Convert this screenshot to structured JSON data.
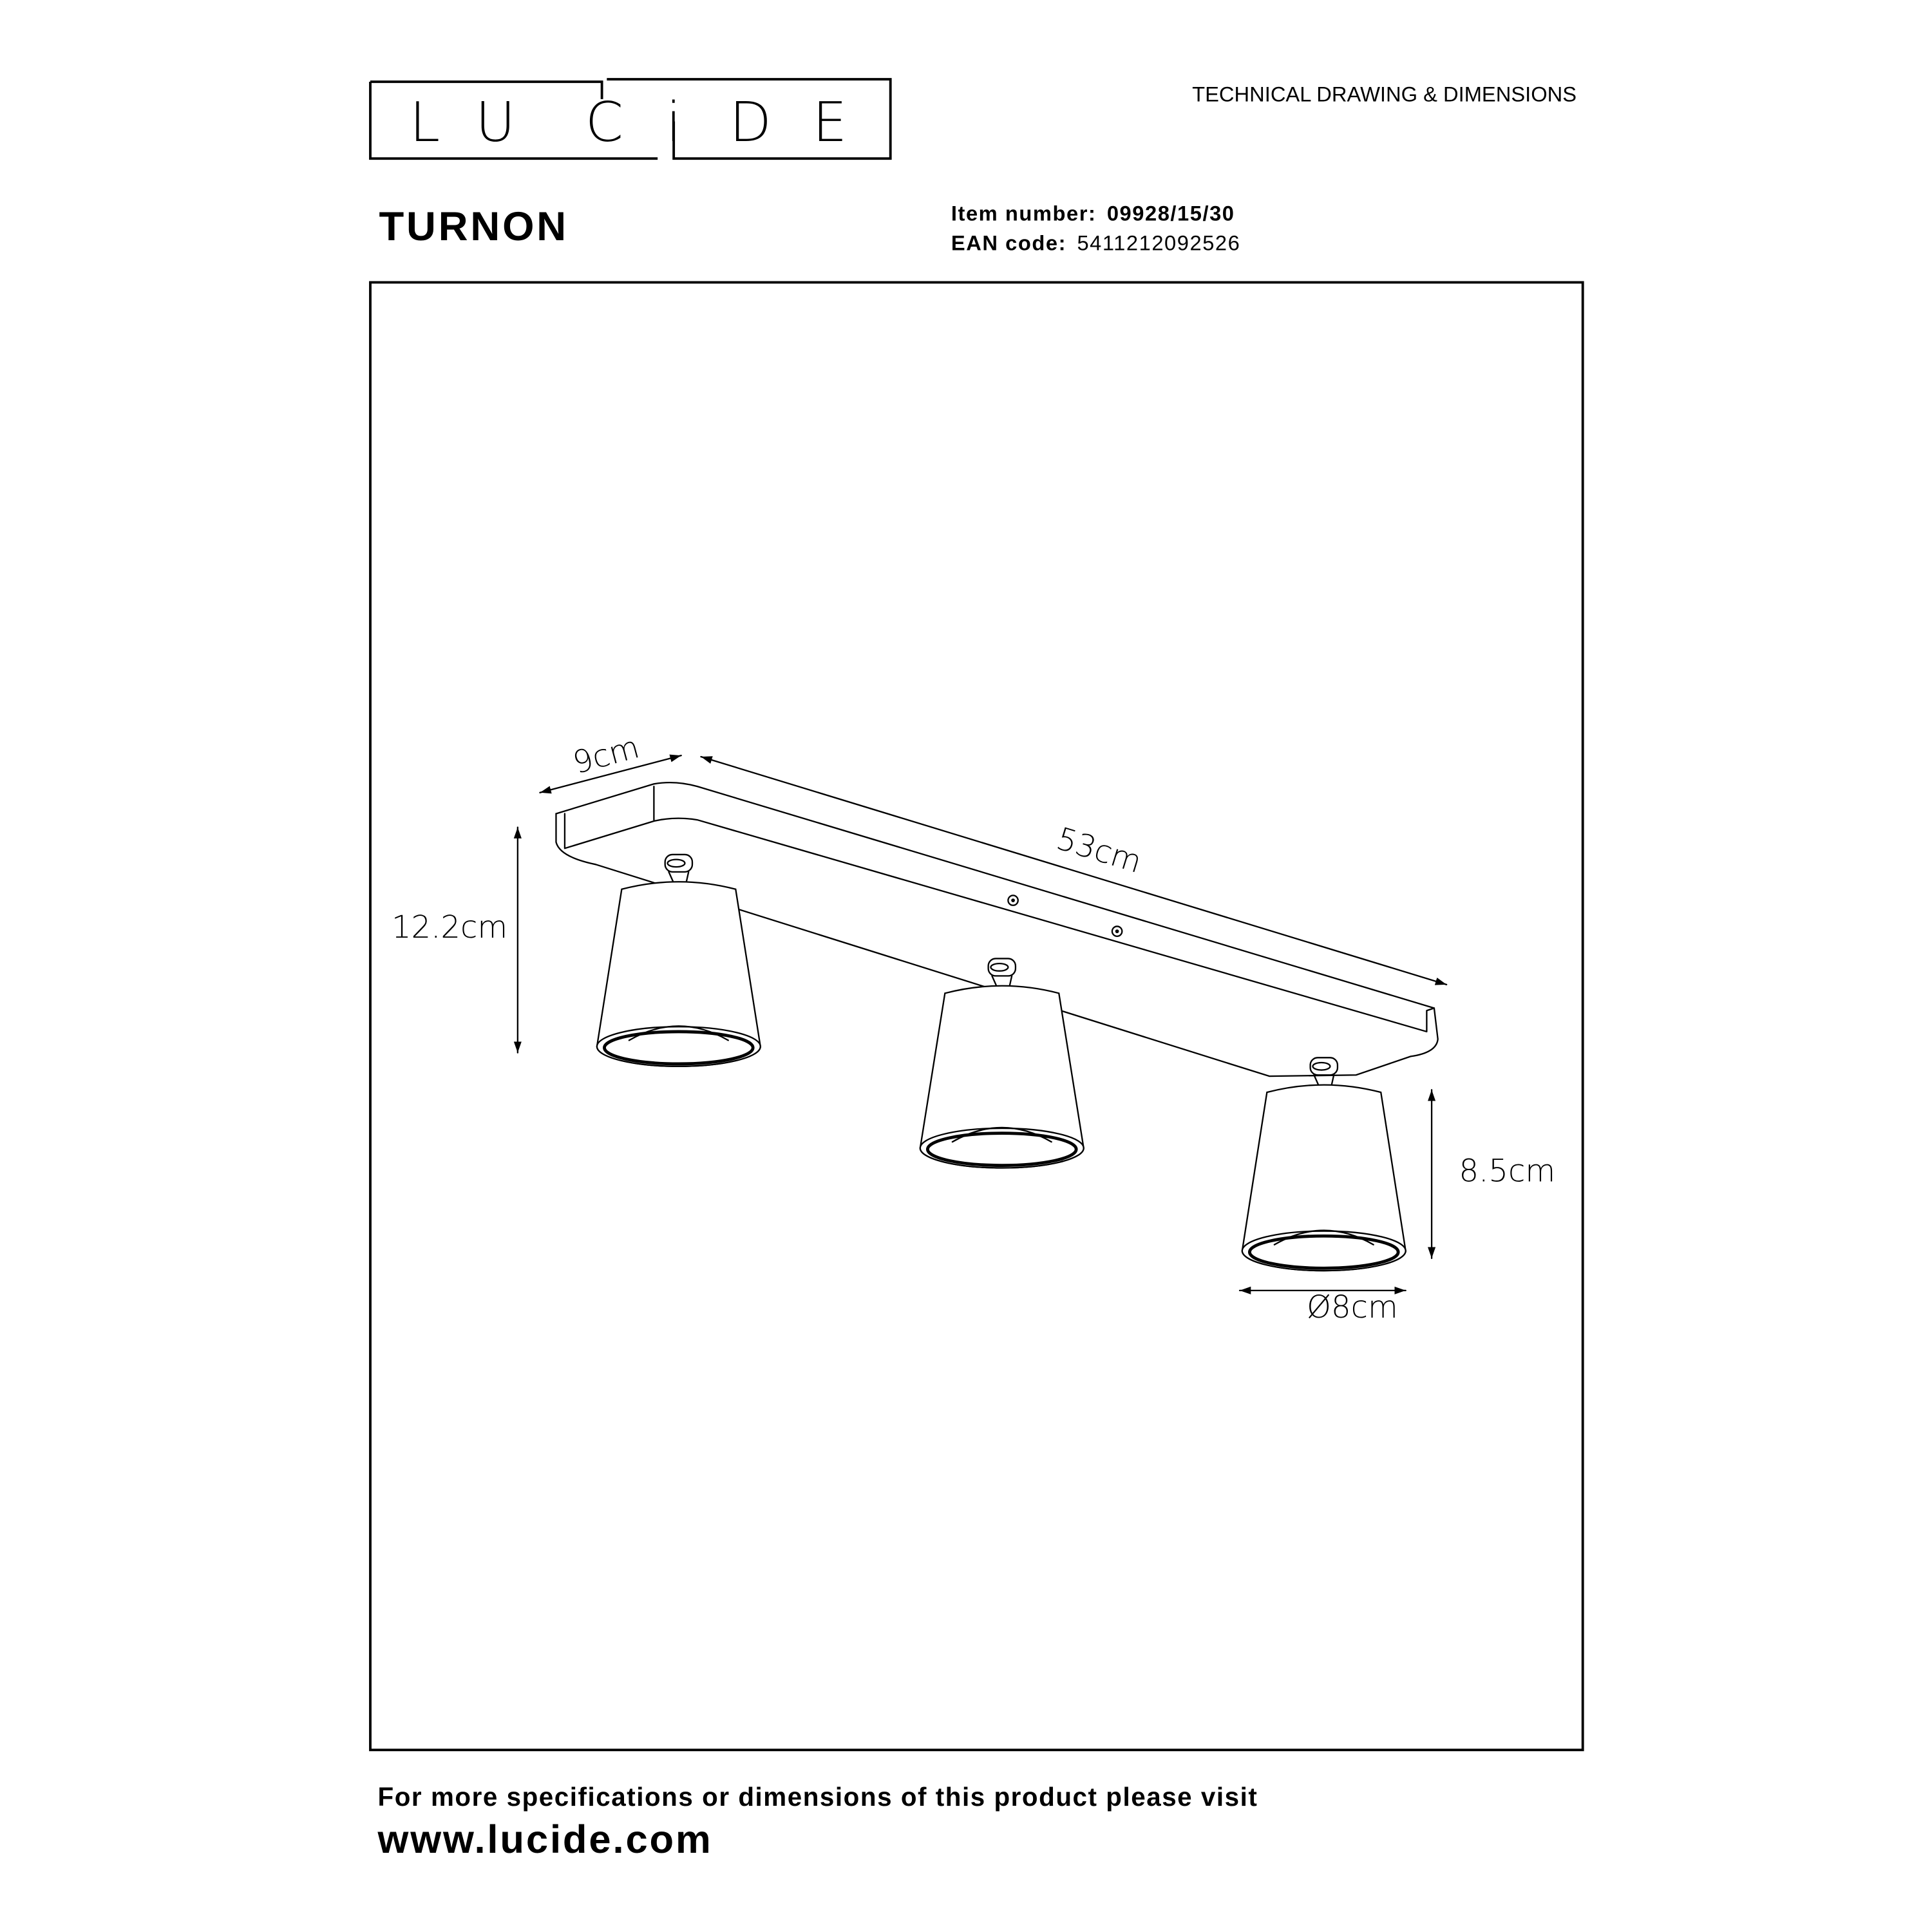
{
  "header": {
    "logo_text": "LUCIDE",
    "logo_letters": [
      "L",
      "U",
      "C",
      "i",
      "D",
      "E"
    ],
    "doc_type": "TECHNICAL DRAWING & DIMENSIONS",
    "product_name": "TURNON",
    "item_number_label": "Item number:",
    "item_number": "09928/15/30",
    "ean_label": "EAN code:",
    "ean": "5411212092526"
  },
  "drawing": {
    "dimensions": {
      "depth": "9cm",
      "length": "53cm",
      "total_height": "12.2cm",
      "shade_height": "8.5cm",
      "shade_diameter": "Ø8cm"
    }
  },
  "footer": {
    "note": "For more specifications or dimensions of this product please visit",
    "url": "www.lucide.com"
  }
}
